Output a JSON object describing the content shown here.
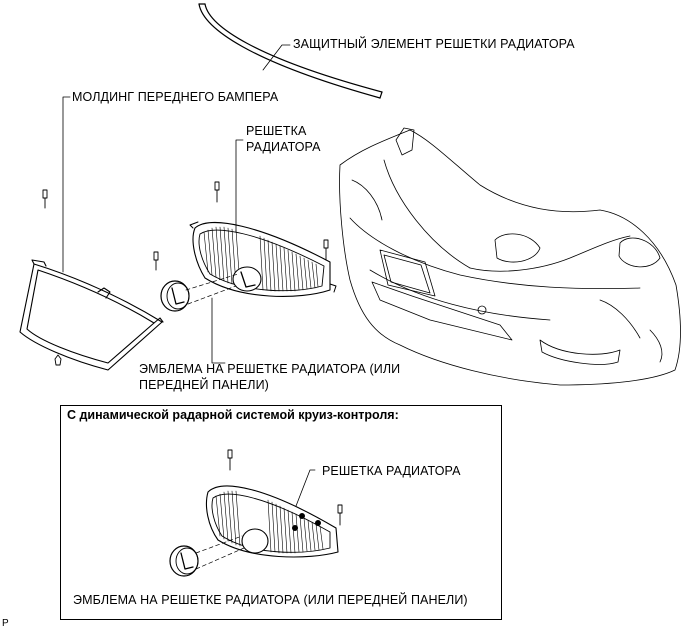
{
  "labels": {
    "protective_element": "ЗАЩИТНЫЙ ЭЛЕМЕНТ РЕШЕТКИ РАДИАТОРА",
    "bumper_molding": "МОЛДИНГ ПЕРЕДНЕГО БАМПЕРА",
    "grille_top": "РЕШЕТКА\nРАДИАТОРА",
    "emblem_top": "ЭМБЛЕМА НА РЕШЕТКЕ РАДИАТОРА (ИЛИ\nПЕРЕДНЕЙ ПАНЕЛИ)",
    "inset_title": "С динамической радарной системой круиз-контроля:",
    "grille_inset": "РЕШЕТКА РАДИАТОРА",
    "emblem_inset": "ЭМБЛЕМА НА РЕШЕТКЕ РАДИАТОРА (ИЛИ ПЕРЕДНЕЙ ПАНЕЛИ)"
  },
  "reference_code": "P"
}
